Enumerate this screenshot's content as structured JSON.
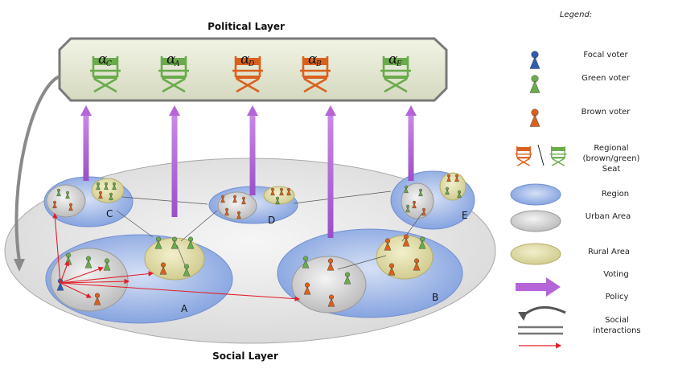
{
  "titles": {
    "political_layer": "Political Layer",
    "social_layer": "Social Layer",
    "legend_heading": "Legend:"
  },
  "seats": [
    {
      "id": "C",
      "alpha": "α",
      "sub": "C",
      "party": "green"
    },
    {
      "id": "A",
      "alpha": "α",
      "sub": "A",
      "party": "green"
    },
    {
      "id": "D",
      "alpha": "α",
      "sub": "D",
      "party": "brown"
    },
    {
      "id": "B",
      "alpha": "α",
      "sub": "B",
      "party": "brown"
    },
    {
      "id": "E",
      "alpha": "α",
      "sub": "E",
      "party": "green"
    }
  ],
  "regions": {
    "A": "A",
    "B": "B",
    "C": "C",
    "D": "D",
    "E": "E"
  },
  "legend": {
    "focal_voter": "Focal voter",
    "green_voter": "Green voter",
    "brown_voter": "Brown voter",
    "regional_seat": [
      "Regional",
      "(brown/green)",
      "Seat"
    ],
    "region": "Region",
    "urban_area": "Urban Area",
    "rural_area": "Rural Area",
    "voting": "Voting",
    "policy": "Policy",
    "social_interactions": [
      "Social",
      "interactions"
    ]
  },
  "colors": {
    "green": "#6aab4c",
    "brown": "#d9611e",
    "focal": "#2f5eb0",
    "region_fill": "#8ea9e0",
    "urban_fill": "#d8d8d8",
    "rural_fill": "#dedba0",
    "policy_arrow": "#b565d8",
    "interaction_arrow": "#e0202a"
  }
}
